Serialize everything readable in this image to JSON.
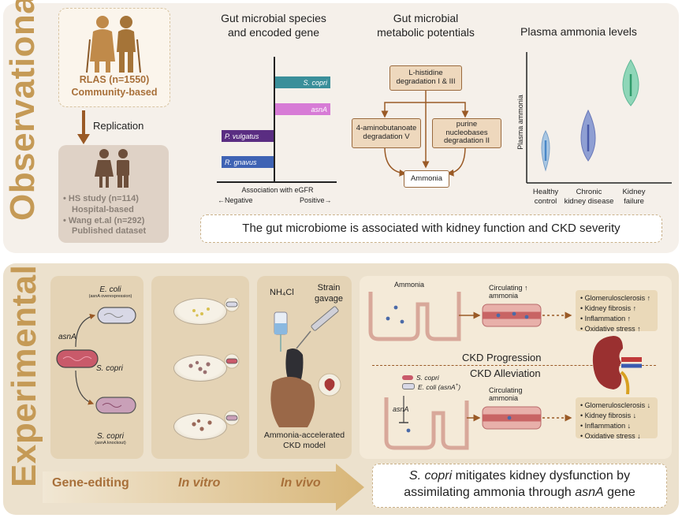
{
  "observational": {
    "side_title": "Observational",
    "cohort": {
      "line1": "RLAS (n=1550)",
      "line2": "Community-based"
    },
    "replication_label": "Replication",
    "validation": {
      "item1_line1": "HS study (n=114)",
      "item1_line2": "Hospital-based",
      "item2_line1": "Wang et.al (n=292)",
      "item2_line2": "Published dataset"
    },
    "species_chart": {
      "title_line1": "Gut microbial species",
      "title_line2": "and encoded gene",
      "xlabel": "Association with eGFR",
      "neg_label": "←Negative",
      "pos_label": "Positive→",
      "bars": [
        {
          "label": "S. copri",
          "color": "#3a8f9a"
        },
        {
          "label": "asnA",
          "color": "#d77bd6"
        },
        {
          "label": "P. vulgatus",
          "color": "#5a2d82"
        },
        {
          "label": "R. gnavus",
          "color": "#3f63b4"
        }
      ]
    },
    "metabolic": {
      "title_line1": "Gut microbial",
      "title_line2": "metabolic potentials",
      "box1_line1": "L-histidine",
      "box1_line2": "degradation I & III",
      "box2_line1": "4-aminobutanoate",
      "box2_line2": "degradation V",
      "box3_line1": "purine",
      "box3_line2": "nucleobases",
      "box3_line3": "degradation II",
      "box4": "Ammonia"
    },
    "ammonia_chart": {
      "title": "Plasma ammonia levels",
      "ylabel": "Plasma ammonia",
      "groups": [
        {
          "line1": "Healthy",
          "line2": "control",
          "color": "#a9c7e3"
        },
        {
          "line1": "Chronic",
          "line2": "kidney disease",
          "color": "#8f9fd3"
        },
        {
          "line1": "Kidney",
          "line2": "failure",
          "color": "#8fd6b8"
        }
      ]
    },
    "conclusion": "The gut microbiome is associated with kidney function and CKD severity"
  },
  "experimental": {
    "side_title": "Experimental",
    "gene_editing": {
      "ecoli": "E. coli",
      "ecoli_sub": "(asnA overexpression)",
      "asnA": "asnA",
      "scopri": "S. copri",
      "scopri2": "S. copri",
      "scopri_sub": "(asnA knockout)"
    },
    "invivo": {
      "nh4cl": "NH₄Cl",
      "strain_line1": "Strain",
      "strain_line2": "gavage",
      "model_line1": "Ammonia-accelerated",
      "model_line2": "CKD model"
    },
    "mechanism": {
      "ammonia": "Ammonia",
      "circulating_line1": "Circulating",
      "circulating_line1_arrow": "↑",
      "circulating_line2": "ammonia",
      "circulating2_line1": "Circulating",
      "circulating2_line2": "ammonia",
      "progression": "CKD Progression",
      "alleviation": "CKD Alleviation",
      "legend_scopri": "S. copri",
      "legend_ecoli": "E. coli (asnA",
      "legend_ecoli_sup": "+",
      "legend_ecoli_end": ")",
      "asnA": "asnA",
      "outcomes_up": [
        "Glomerulosclerosis ↑",
        "Kidney fibrosis ↑",
        "Inflammation ↑",
        "Oxidative stress ↑"
      ],
      "outcomes_down": [
        "Glomerulosclerosis ↓",
        "Kidney fibrosis ↓",
        "Inflammation ↓",
        "Oxidative stress ↓"
      ]
    },
    "stages": [
      "Gene-editing",
      "In vitro",
      "In vivo"
    ],
    "conclusion_line1_italic": "S. copri",
    "conclusion_line1_rest": " mitigates kidney dysfunction by",
    "conclusion_line2_start": "assimilating ammonia through ",
    "conclusion_line2_italic": "asnA",
    "conclusion_line2_end": " gene"
  }
}
